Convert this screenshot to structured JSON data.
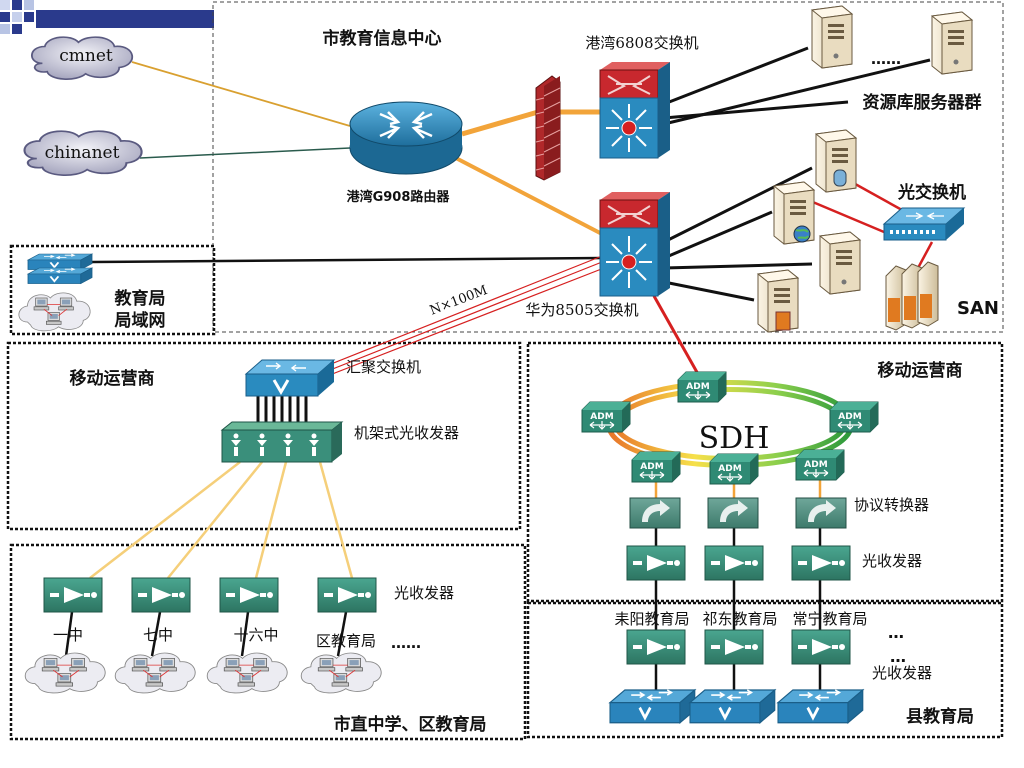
{
  "clouds": {
    "cmnet": "cmnet",
    "chinanet": "chinanet"
  },
  "center": {
    "title": "市教育信息中心",
    "router": "港湾G908路由器",
    "switch_6808": "港湾6808交换机",
    "switch_8505": "华为8505交换机",
    "server_group": "资源库服务器群",
    "server_dots": "……",
    "optical_switch": "光交换机",
    "san": "SAN",
    "link_speed": "N×100M"
  },
  "edu_bureau_lan": {
    "line1": "教育局",
    "line2": "局域网"
  },
  "mobile_left": {
    "title": "移动运营商",
    "agg_switch": "汇聚交换机",
    "rack_transceiver": "机架式光收发器"
  },
  "schools": {
    "transceiver": "光收发器",
    "site1": "一中",
    "site2": "七中",
    "site3": "十六中",
    "site4": "区教育局",
    "site4_dots": "……",
    "title": "市直中学、区教育局"
  },
  "mobile_right": {
    "title": "移动运营商",
    "sdh": "SDH",
    "adm": "ADM",
    "protocol_converter": "协议转换器",
    "transceiver": "光收发器"
  },
  "county": {
    "site1": "耒阳教育局",
    "site2": "祁东教育局",
    "site3": "常宁教育局",
    "dots1": "…",
    "dots2": "…",
    "transceiver": "光收发器",
    "title": "县教育局"
  },
  "colors": {
    "router_blue": "#2f86b8",
    "switch_red": "#c8282e",
    "switch_blue": "#2a8bbf",
    "transceiver_green": "#3a8f7b",
    "link_orange": "#f2a43a",
    "link_red": "#d62020",
    "link_yellow": "#f5cf7a"
  },
  "icons": {
    "router": "router-icon",
    "firewall": "firewall-icon",
    "switch": "layer3-switch-icon",
    "server": "server-icon",
    "cloud": "cloud-icon",
    "transceiver": "transceiver-icon",
    "adm": "adm-icon"
  }
}
